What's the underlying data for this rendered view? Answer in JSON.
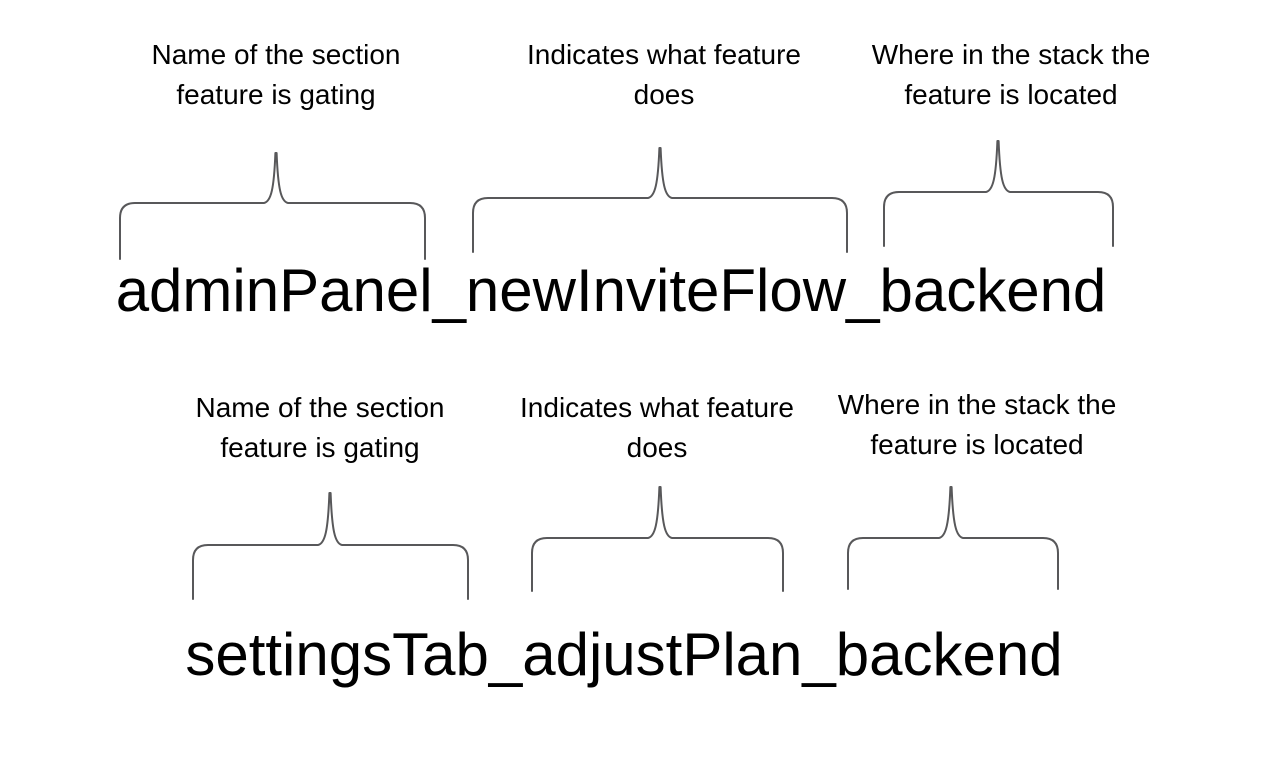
{
  "background_color": "#ffffff",
  "text_color": "#000000",
  "brace_color": "#58585a",
  "sections": [
    {
      "flag_name": "adminPanel_newInviteFlow_backend",
      "annotations": [
        {
          "lines": [
            "Name of the section",
            "feature is gating"
          ]
        },
        {
          "lines": [
            "Indicates what feature",
            "does"
          ]
        },
        {
          "lines": [
            "Where in the stack the",
            "feature is located"
          ]
        }
      ]
    },
    {
      "flag_name": "settingsTab_adjustPlan_backend",
      "annotations": [
        {
          "lines": [
            "Name of the section",
            "feature is gating"
          ]
        },
        {
          "lines": [
            "Indicates what feature",
            "does"
          ]
        },
        {
          "lines": [
            "Where in the stack the",
            "feature is located"
          ]
        }
      ]
    }
  ]
}
